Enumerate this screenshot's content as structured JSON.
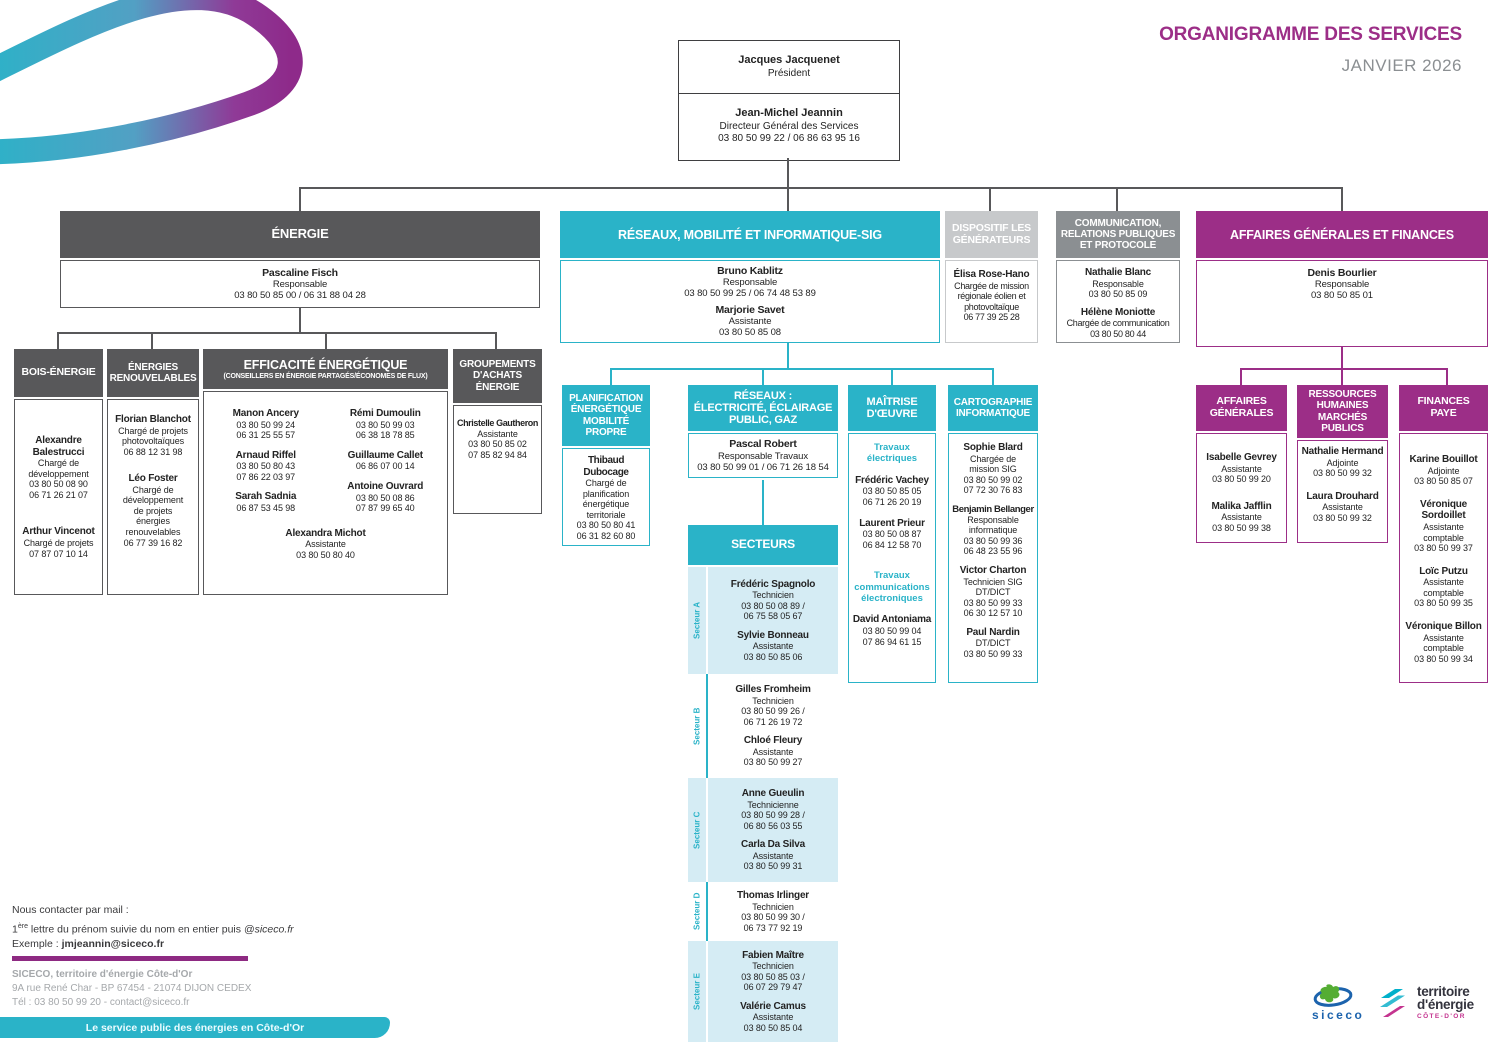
{
  "page": {
    "title": "ORGANIGRAMME DES SERVICES",
    "subtitle": "JANVIER 2026"
  },
  "colors": {
    "teal": "#2ab3c8",
    "purple": "#9c2e87",
    "dark_gray": "#58585a",
    "mid_gray": "#8b8f92",
    "light_gray": "#c7c9cb",
    "light_blue_row": "#d5ecf4"
  },
  "direction": {
    "president": {
      "name": "Jacques Jacquenet",
      "role": "Président"
    },
    "dgs": {
      "name": "Jean-Michel Jeannin",
      "details": "Directeur Général des Services\n03 80 50 99 22 / 06 86 63 95 16"
    }
  },
  "energie": {
    "title": "ÉNERGIE",
    "head": {
      "name": "Pascaline Fisch",
      "details": "Responsable\n03 80 50 85 00 / 06 31 88 04 28"
    },
    "bois": {
      "title": "BOIS-ÉNERGIE",
      "people": [
        {
          "name": "Alexandre\nBalestrucci",
          "details": "Chargé de\ndéveloppement\n03 80 50 08 90\n06 71 26 21 07"
        },
        {
          "name": "Arthur Vincenot",
          "details": "Chargé de projets\n07 87 07 10 14"
        }
      ]
    },
    "renouvelables": {
      "title": "ÉNERGIES\nRENOUVELABLES",
      "people": [
        {
          "name": "Florian Blanchot",
          "details": "Chargé de projets\nphotovoltaïques\n06 88 12 31 98"
        },
        {
          "name": "Léo Foster",
          "details": "Chargé de\ndéveloppement\nde projets\nénergies\nrenouvelables\n06 77 39 16 82"
        }
      ]
    },
    "efficacite": {
      "title": "EFFICACITÉ ÉNERGÉTIQUE",
      "subtitle": "(CONSEILLERS EN ÉNERGIE PARTAGÉS/ÉCONOMES DE FLUX)",
      "col1": [
        {
          "name": "Manon Ancery",
          "details": "03 80 50 99 24\n06 31 25 55 57"
        },
        {
          "name": "Arnaud Riffel",
          "details": "03 80 50 80 43\n07 86 22 03 97"
        },
        {
          "name": "Sarah Sadnia",
          "details": "06 87 53 45 98"
        }
      ],
      "col2": [
        {
          "name": "Rémi Dumoulin",
          "details": "03 80 50  99 03\n06 38 18 78 85"
        },
        {
          "name": "Guillaume Callet",
          "details": "06 86 07 00 14"
        },
        {
          "name": "Antoine Ouvrard",
          "details": "03 80 50 08 86\n07 87 99 65 40"
        }
      ],
      "assistant": {
        "name": "Alexandra Michot",
        "details": "Assistante\n03 80 50 80 40"
      }
    },
    "groupements": {
      "title": "GROUPEMENTS\nD'ACHATS\nÉNERGIE",
      "people": [
        {
          "name": "Christelle Gautheron",
          "details": "Assistante\n03 80 50 85 02\n07 85 82 94 84"
        }
      ]
    }
  },
  "reseaux": {
    "title": "RÉSEAUX, MOBILITÉ ET INFORMATIQUE-SIG",
    "head": [
      {
        "name": "Bruno Kablitz",
        "details": "Responsable\n03 80 50 99 25 / 06 74 48 53 89"
      },
      {
        "name": "Marjorie Savet",
        "details": "Assistante\n03 80 50 85 08"
      }
    ],
    "planification": {
      "title": "PLANIFICATION\nÉNERGÉTIQUE\nMOBILITÉ\nPROPRE",
      "people": [
        {
          "name": "Thibaud Dubocage",
          "details": "Chargé de\nplanification\nénergétique\nterritoriale\n03 80 50 80 41\n06 31 82 60 80"
        }
      ]
    },
    "reseaux_elec": {
      "title": "RÉSEAUX :\nÉLECTRICITÉ, ÉCLAIRAGE\nPUBLIC, GAZ",
      "people": [
        {
          "name": "Pascal Robert",
          "details": "Responsable Travaux\n03 80 50 99 01 / 06 71 26 18 54"
        }
      ]
    },
    "moe": {
      "title": "MAÎTRISE\nD'ŒUVRE",
      "group1_label": "Travaux électriques",
      "group1": [
        {
          "name": "Frédéric Vachey",
          "details": "03 80 50 85 05\n06 71 26 20 19"
        },
        {
          "name": "Laurent Prieur",
          "details": "03 80 50 08 87\n06 84 12 58 70"
        }
      ],
      "group2_label": "Travaux\ncommunications\nélectroniques",
      "group2": [
        {
          "name": "David Antoniama",
          "details": "03 80 50 99 04\n07 86 94 61 15"
        }
      ]
    },
    "carto": {
      "title": "CARTOGRAPHIE\nINFORMATIQUE",
      "people": [
        {
          "name": "Sophie Blard",
          "details": "Chargée de\nmission SIG\n03 80 50 99 02\n07 72 30 76 83"
        },
        {
          "name": "Benjamin Bellanger",
          "details": "Responsable\ninformatique\n03 80 50 99 36\n06 48 23 55 96"
        },
        {
          "name": "Victor Charton",
          "details": "Technicien SIG\nDT/DICT\n03 80 50 99 33\n06 30 12 57 10"
        },
        {
          "name": "Paul Nardin",
          "details": "DT/DICT\n03 80 50 99 33"
        }
      ]
    },
    "secteurs": {
      "title": "SECTEURS",
      "rows": [
        {
          "label": "Secteur A",
          "people": [
            {
              "name": "Frédéric Spagnolo",
              "details": "Technicien\n03 80 50 08 89 /\n06 75 58 05 67"
            },
            {
              "name": "Sylvie Bonneau",
              "details": "Assistante\n03 80 50 85 06"
            }
          ]
        },
        {
          "label": "Secteur B",
          "people": [
            {
              "name": "Gilles Fromheim",
              "details": "Technicien\n03 80 50 99 26 /\n06 71 26 19 72"
            },
            {
              "name": "Chloé Fleury",
              "details": "Assistante\n03 80 50 99 27"
            }
          ]
        },
        {
          "label": "Secteur C",
          "people": [
            {
              "name": "Anne Gueulin",
              "details": "Technicienne\n03 80 50 99 28 /\n06 80 56 03 55"
            },
            {
              "name": "Carla Da Silva",
              "details": "Assistante\n03 80 50 99 31"
            }
          ]
        },
        {
          "label": "Secteur D",
          "people": [
            {
              "name": "Thomas Irlinger",
              "details": "Technicien\n03 80 50 99 30 /\n06 73 77 92 19"
            }
          ]
        },
        {
          "label": "Secteur E",
          "people": [
            {
              "name": "Fabien Maître",
              "details": "Technicien\n03 80 50 85 03 /\n06 07 29 79 47"
            },
            {
              "name": "Valérie Camus",
              "details": "Assistante\n03 80 50 85 04"
            }
          ]
        }
      ]
    }
  },
  "dispositif": {
    "title": "DISPOSITIF LES\nGÉNÉRATEURS",
    "people": [
      {
        "name": "Élisa Rose-Hano",
        "details": "Chargée de mission\nrégionale éolien et\nphotovoltaïque\n06 77 39 25 28"
      }
    ]
  },
  "communication": {
    "title": "COMMUNICATION,\nRELATIONS PUBLIQUES\nET PROTOCOLE",
    "people": [
      {
        "name": "Nathalie Blanc",
        "details": "Responsable\n03 80 50 85 09"
      },
      {
        "name": "Hélène Moniotte",
        "details": "Chargée de communication\n03 80 50 80 44"
      }
    ]
  },
  "affaires": {
    "title": "AFFAIRES GÉNÉRALES ET FINANCES",
    "head": {
      "name": "Denis Bourlier",
      "details": "Responsable\n03 80 50 85 01"
    },
    "generales": {
      "title": "AFFAIRES\nGÉNÉRALES",
      "people": [
        {
          "name": "Isabelle Gevrey",
          "details": "Assistante\n03 80 50 99 20"
        },
        {
          "name": "Malika Jafflin",
          "details": "Assistante\n03 80 50 99 38"
        }
      ]
    },
    "rh": {
      "title": "RESSOURCES\nHUMAINES\nMARCHÉS\nPUBLICS",
      "people": [
        {
          "name": "Nathalie Hermand",
          "details": "Adjointe\n03 80 50 99 32"
        },
        {
          "name": "Laura Drouhard",
          "details": "Assistante\n03 80 50 99 32"
        }
      ]
    },
    "finances": {
      "title": "FINANCES\nPAYE",
      "people": [
        {
          "name": "Karine Bouillot",
          "details": "Adjointe\n03 80 50 85 07"
        },
        {
          "name": "Véronique\nSordoillet",
          "details": "Assistante\ncomptable\n03 80 50 99 37"
        },
        {
          "name": "Loïc Putzu",
          "details": "Assistante\ncomptable\n03 80 50 99 35"
        },
        {
          "name": "Véronique Billon",
          "details": "Assistante\ncomptable\n03 80 50 99 34"
        }
      ]
    }
  },
  "footer": {
    "contact_title": "Nous contacter par mail :",
    "rule_num": "1",
    "rule_sup": "ère",
    "rule_text": " lettre du prénom suivie du nom en entier puis ",
    "rule_domain": "@siceco.fr",
    "example_label": "Exemple : ",
    "example_email": "jmjeannin@siceco.fr",
    "org_name": "SICECO, territoire d'énergie Côte-d'Or",
    "address": "9A rue René Char - BP 67454 - 21074 DIJON CEDEX",
    "phone_line": "Tél : 03 80 50 99 20 - contact@siceco.fr",
    "banner": "Le service public des énergies en Côte-d'Or"
  },
  "logos": {
    "siceco": "siceco",
    "territoire_line1": "territoire",
    "territoire_line2": "d'énergie",
    "territoire_sub": "CÔTE-D'OR"
  }
}
